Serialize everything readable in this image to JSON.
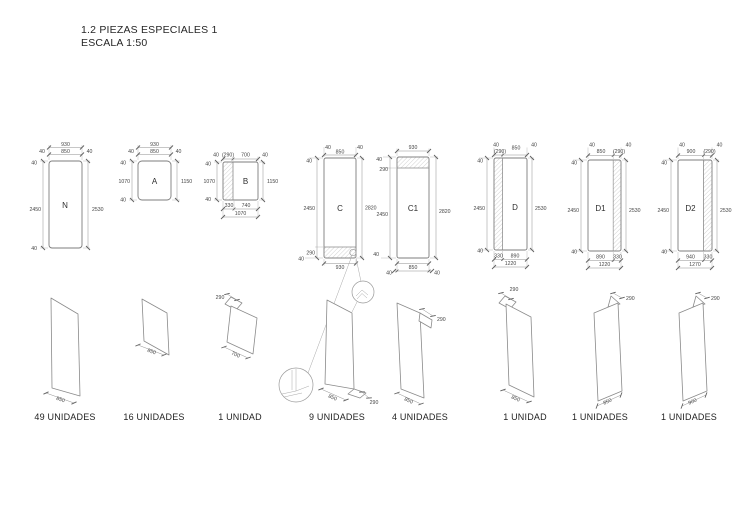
{
  "title": "1.2 PIEZAS ESPECIALES 1",
  "scale": "ESCALA 1:50",
  "accent_colors": {
    "line": "#8a8a8a",
    "text": "#3d3d3d"
  },
  "pieces": [
    {
      "id": "N",
      "label": "N",
      "dims": {
        "total_w": "930",
        "m_l": "40",
        "inner_w": "850",
        "m_r": "40",
        "m_t": "40",
        "inner_h": "2450",
        "m_b": "40",
        "total_h": "2530"
      }
    },
    {
      "id": "A",
      "label": "A",
      "dims": {
        "total_w": "930",
        "m_l": "40",
        "inner_w": "850",
        "m_r": "40",
        "m_t": "40",
        "inner_h": "1070",
        "m_b": "40",
        "total_h": "1150"
      }
    },
    {
      "id": "B",
      "label": "B",
      "dims": {
        "m_l": "40",
        "hatch_w": "(290)",
        "inner_w": "700",
        "m_r": "40",
        "m_t": "40",
        "inner_h": "1070",
        "m_b": "40",
        "total_h": "1150",
        "bot_a": "330",
        "bot_b": "740",
        "total_w": "1070"
      }
    },
    {
      "id": "C",
      "label": "C",
      "dims": {
        "m_l": "40",
        "inner_w": "850",
        "m_r": "40",
        "m_t": "40",
        "inner_h": "2450",
        "hatch_h": "290",
        "m_b": "40",
        "total_h": "2820",
        "total_w": "930"
      }
    },
    {
      "id": "C1",
      "label": "C1",
      "dims": {
        "total_w": "930",
        "m_t": "40",
        "hatch_h": "290",
        "inner_h": "2450",
        "m_b": "40",
        "total_h": "2820",
        "m_l": "40",
        "inner_w": "850",
        "m_r": "40"
      }
    },
    {
      "id": "D",
      "label": "D",
      "dims": {
        "m_l": "40",
        "hatch_w": "(290)",
        "inner_w": "850",
        "m_r": "40",
        "m_t": "40",
        "inner_h": "2450",
        "m_b": "40",
        "total_h": "2530",
        "bot_a": "330",
        "bot_b": "890",
        "total_w": "1220"
      }
    },
    {
      "id": "D1",
      "label": "D1",
      "dims": {
        "m_l": "40",
        "inner_w": "850",
        "hatch_w": "(290)",
        "m_r": "40",
        "m_t": "40",
        "inner_h": "2450",
        "m_b": "40",
        "total_h": "2530",
        "bot_a": "890",
        "bot_b": "330",
        "total_w": "1220"
      }
    },
    {
      "id": "D2",
      "label": "D2",
      "dims": {
        "m_l": "40",
        "inner_w": "900",
        "hatch_w": "(290)",
        "m_r": "40",
        "m_t": "40",
        "inner_h": "2450",
        "m_b": "40",
        "total_h": "2530",
        "bot_a": "940",
        "bot_b": "330",
        "total_w": "1270"
      }
    }
  ],
  "units": [
    {
      "label": "49 UNIDADES",
      "dim_w": "850"
    },
    {
      "label": "16 UNIDADES",
      "dim_w": "850"
    },
    {
      "label": "1 UNIDAD",
      "dim_w": "700",
      "dim_flange": "290"
    },
    {
      "label": "9 UNIDADES",
      "dim_w": "850",
      "dim_flange": "290"
    },
    {
      "label": "4 UNIDADES",
      "dim_w": "850",
      "dim_flange": "290"
    },
    {
      "label": "1 UNIDAD",
      "dim_w": "850",
      "dim_flange": "290"
    },
    {
      "label": "1 UNIDADES",
      "dim_w": "850",
      "dim_flange": "290"
    },
    {
      "label": "1 UNIDADES",
      "dim_w": "900",
      "dim_flange": "290"
    }
  ]
}
